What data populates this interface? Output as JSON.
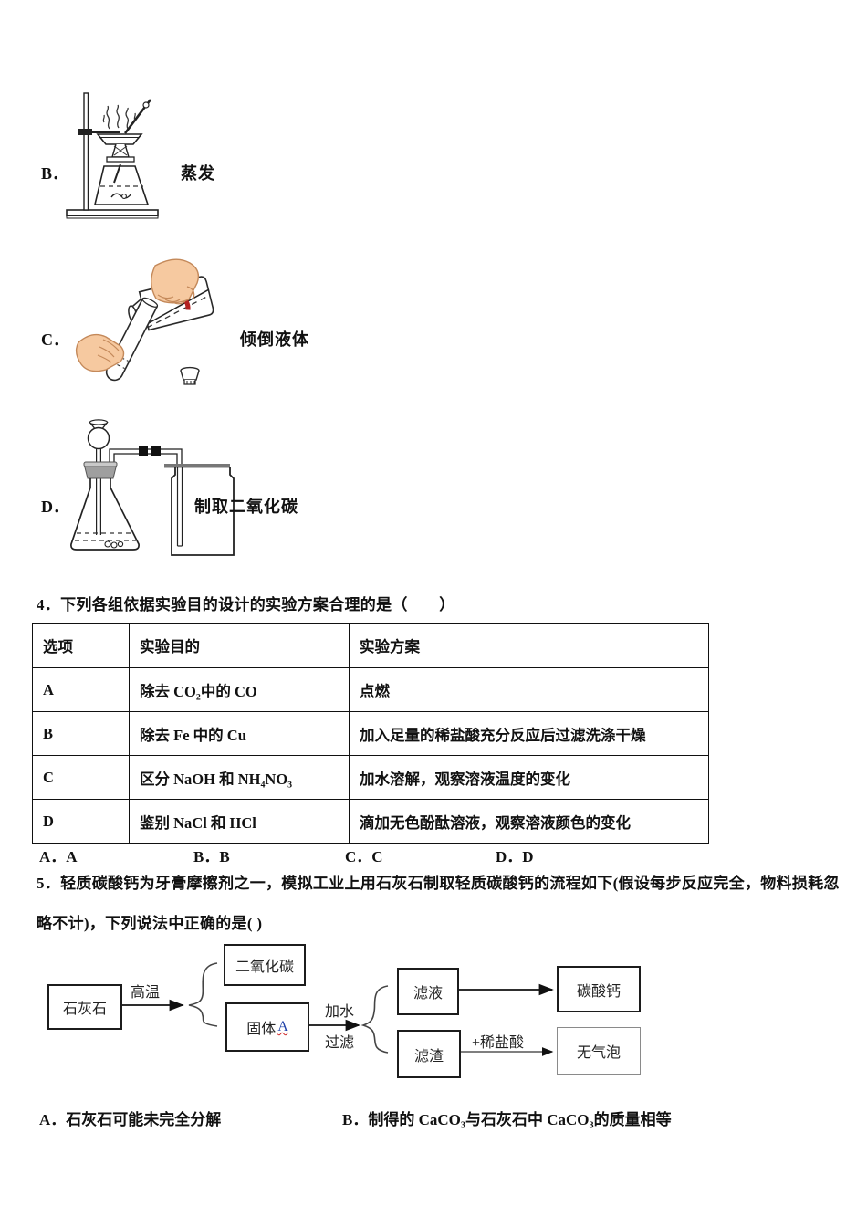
{
  "apparatus": [
    {
      "label": "B．",
      "caption": "蒸发"
    },
    {
      "label": "C．",
      "caption": "倾倒液体"
    },
    {
      "label": "D．",
      "caption": "制取二氧化碳"
    }
  ],
  "q4": {
    "stem": "4．下列各组依据实验目的设计的实验方案合理的是（　　）",
    "table": {
      "headers": [
        "选项",
        "实验目的",
        "实验方案"
      ],
      "rows": [
        [
          "A",
          "除去 CO₂中的 CO",
          "点燃"
        ],
        [
          "B",
          "除去 Fe 中的 Cu",
          "加入足量的稀盐酸充分反应后过滤洗涤干燥"
        ],
        [
          "C",
          "区分 NaOH 和 NH₄NO₃",
          "加水溶解，观察溶液温度的变化"
        ],
        [
          "D",
          "鉴别 NaCl 和 HCl",
          "滴加无色酚酞溶液，观察溶液颜色的变化"
        ]
      ]
    },
    "answers": [
      "A．A",
      "B．B",
      "C．C",
      "D．D"
    ]
  },
  "q5": {
    "stem_line1": "5．轻质碳酸钙为牙膏摩擦剂之一，模拟工业上用石灰石制取轻质碳酸钙的流程如下(假设每步反应完全，物料损耗忽",
    "stem_line2": "略不计)，下列说法中正确的是( )",
    "flowchart": {
      "limestone": "石灰石",
      "condition_high_temp": "高温",
      "co2": "二氧化碳",
      "solid_prefix": "固体",
      "solid_letter": "A",
      "add_water": "加水",
      "filter": "过滤",
      "filtrate": "滤液",
      "residue": "滤渣",
      "caco3": "碳酸钙",
      "plus_dilute_hcl": "+稀盐酸",
      "no_bubbles": "无气泡"
    },
    "choice_a": "A．石灰石可能未完全分解",
    "choice_b": "B．制得的 CaCO₃与石灰石中 CaCO₃的质量相等"
  },
  "colors": {
    "ink": "#222222",
    "hand_skin": "#f6c9a0",
    "bottle_label_red": "#b32020",
    "stopper_gray": "#9f9f9f",
    "lid_gray": "#777777"
  }
}
